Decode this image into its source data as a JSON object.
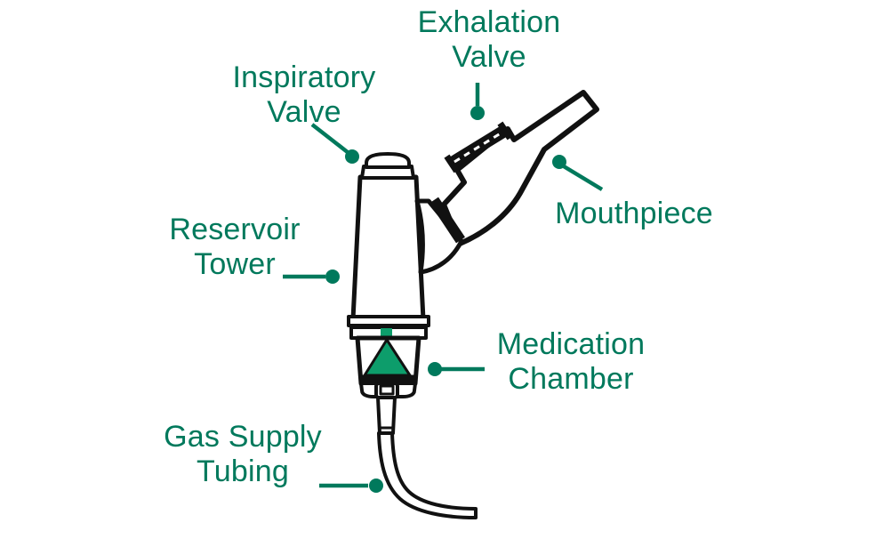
{
  "labels": {
    "exhalation_valve": {
      "line1": "Exhalation",
      "line2": "Valve"
    },
    "inspiratory_valve": {
      "line1": "Inspiratory",
      "line2": "Valve"
    },
    "mouthpiece": {
      "line1": "Mouthpiece"
    },
    "reservoir_tower": {
      "line1": "Reservoir",
      "line2": "Tower"
    },
    "medication_chamber": {
      "line1": "Medication",
      "line2": "Chamber"
    },
    "gas_supply_tubing": {
      "line1": "Gas Supply",
      "line2": "Tubing"
    }
  },
  "colors": {
    "label_text": "#00795C",
    "leader": "#00795C",
    "medication_cone": "#0D9D6B",
    "outline": "#111111",
    "background": "#FFFFFF"
  }
}
